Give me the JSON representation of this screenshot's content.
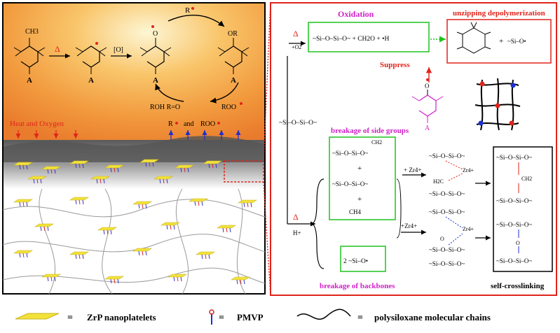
{
  "left_panel": {
    "molecule_substituent": "A",
    "methyl_label": "CH3",
    "step1_arrow_label": "Δ",
    "step2_arrow_label": "[O]",
    "nitroxide_label": "O",
    "alkoxyamine_label": "OR",
    "radical_R": "R",
    "byproduct_label": "ROH R=O",
    "peroxy_label": "ROO",
    "heat_label": "Heat and Oxygen",
    "radicals_R": "R",
    "radicals_and": "and",
    "radicals_ROO": "ROO"
  },
  "right_panel": {
    "oxidation_title": "Oxidation",
    "unzipping_title": "unzipping depolymerization",
    "delta": "Δ",
    "o2_label": "+O2",
    "oxidation_product": "~Si–O–Si–O~ + CH2O + •H",
    "cyclic_plus": "+",
    "cyclic_product_radical": "~Si–O•",
    "suppress_label": "Suppress",
    "tempo_o": "O",
    "tempo_a": "A",
    "chain_label": "~Si–O–Si–O~",
    "side_groups_title": "breakage of side groups",
    "backbones_title": "breakage of backbones",
    "ch2_label": "CH2",
    "ch4_label": "CH4",
    "plus": "+",
    "h_plus": "H+",
    "zr_label_1": "+ Zr4+",
    "zr_label_2": "+Zr4+",
    "zr_bridge_1": "Zr4+",
    "zr_bridge_2": "Zr4+",
    "h2c_label": "H2C",
    "backbone_product": "2 ~Si–O•",
    "crosslink_ch2": "CH2",
    "crosslink_o": "O",
    "crosslink_title": "self-crosslinking"
  },
  "legend": {
    "zrp_label": "ZrP nanoplatelets",
    "pmvp_label": "PMVP",
    "chains_label": "polysiloxane molecular chains",
    "equals": "="
  }
}
